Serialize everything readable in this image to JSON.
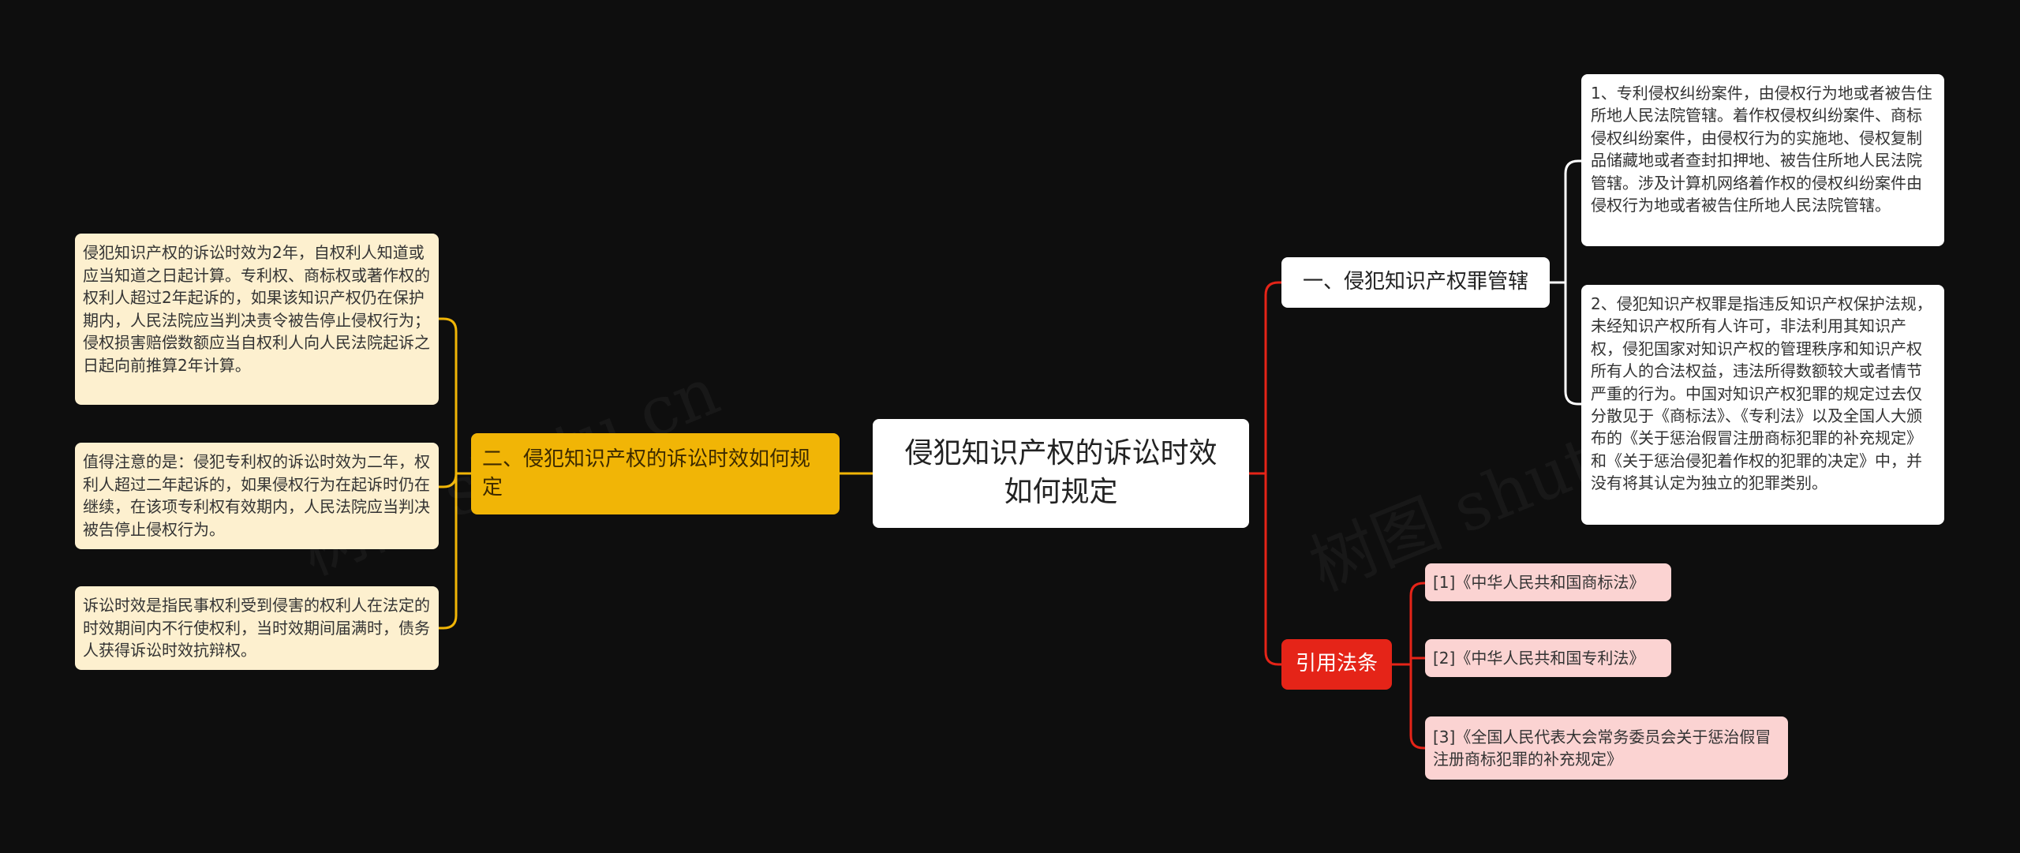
{
  "root": {
    "text": "侵犯知识产权的诉讼时效如何规定"
  },
  "left_branch": {
    "label": "二、侵犯知识产权的诉讼时效如何规定",
    "items": [
      "侵犯知识产权的诉讼时效为2年，自权利人知道或应当知道之日起计算。专利权、商标权或著作权的权利人超过2年起诉的，如果该知识产权仍在保护期内，人民法院应当判决责令被告停止侵权行为；侵权损害赔偿数额应当自权利人向人民法院起诉之日起向前推算2年计算。",
      "值得注意的是：侵犯专利权的诉讼时效为二年，权利人超过二年起诉的，如果侵权行为在起诉时仍在继续，在该项专利权有效期内，人民法院应当判决被告停止侵权行为。",
      "诉讼时效是指民事权利受到侵害的权利人在法定的时效期间内不行使权利，当时效期间届满时，债务人获得诉讼时效抗辩权。"
    ]
  },
  "right_branch_1": {
    "label": "一、侵犯知识产权罪管辖",
    "items": [
      "1、专利侵权纠纷案件，由侵权行为地或者被告住所地人民法院管辖。着作权侵权纠纷案件、商标侵权纠纷案件，由侵权行为的实施地、侵权复制品储藏地或者查封扣押地、被告住所地人民法院管辖。涉及计算机网络着作权的侵权纠纷案件由侵权行为地或者被告住所地人民法院管辖。",
      "2、侵犯知识产权罪是指违反知识产权保护法规，未经知识产权所有人许可，非法利用其知识产权，侵犯国家对知识产权的管理秩序和知识产权所有人的合法权益，违法所得数额较大或者情节严重的行为。中国对知识产权犯罪的规定过去仅分散见于《商标法》、《专利法》以及全国人大颁布的《关于惩治假冒注册商标犯罪的补充规定》和《关于惩治侵犯着作权的犯罪的决定》中，并没有将其认定为独立的犯罪类别。"
    ]
  },
  "right_branch_2": {
    "label": "引用法条",
    "items": [
      "[1]《中华人民共和国商标法》",
      "[2]《中华人民共和国专利法》",
      "[3]《全国人民代表大会常务委员会关于惩治假冒注册商标犯罪的补充规定》"
    ]
  },
  "watermarks": [
    "树图 shutu.cn",
    "树图 shutu.cn"
  ],
  "colors": {
    "background": "#0e0e0e",
    "root": "#ffffff",
    "left_branch": "#f1b506",
    "left_leaf": "#fdf0cf",
    "right_branch_1": "#ffffff",
    "right_branch_2": "#e52418",
    "pink_leaf": "#fbd3d2",
    "line_left": "#f1b506",
    "line_right_white": "#ffffff",
    "line_right_red": "#e52418"
  }
}
